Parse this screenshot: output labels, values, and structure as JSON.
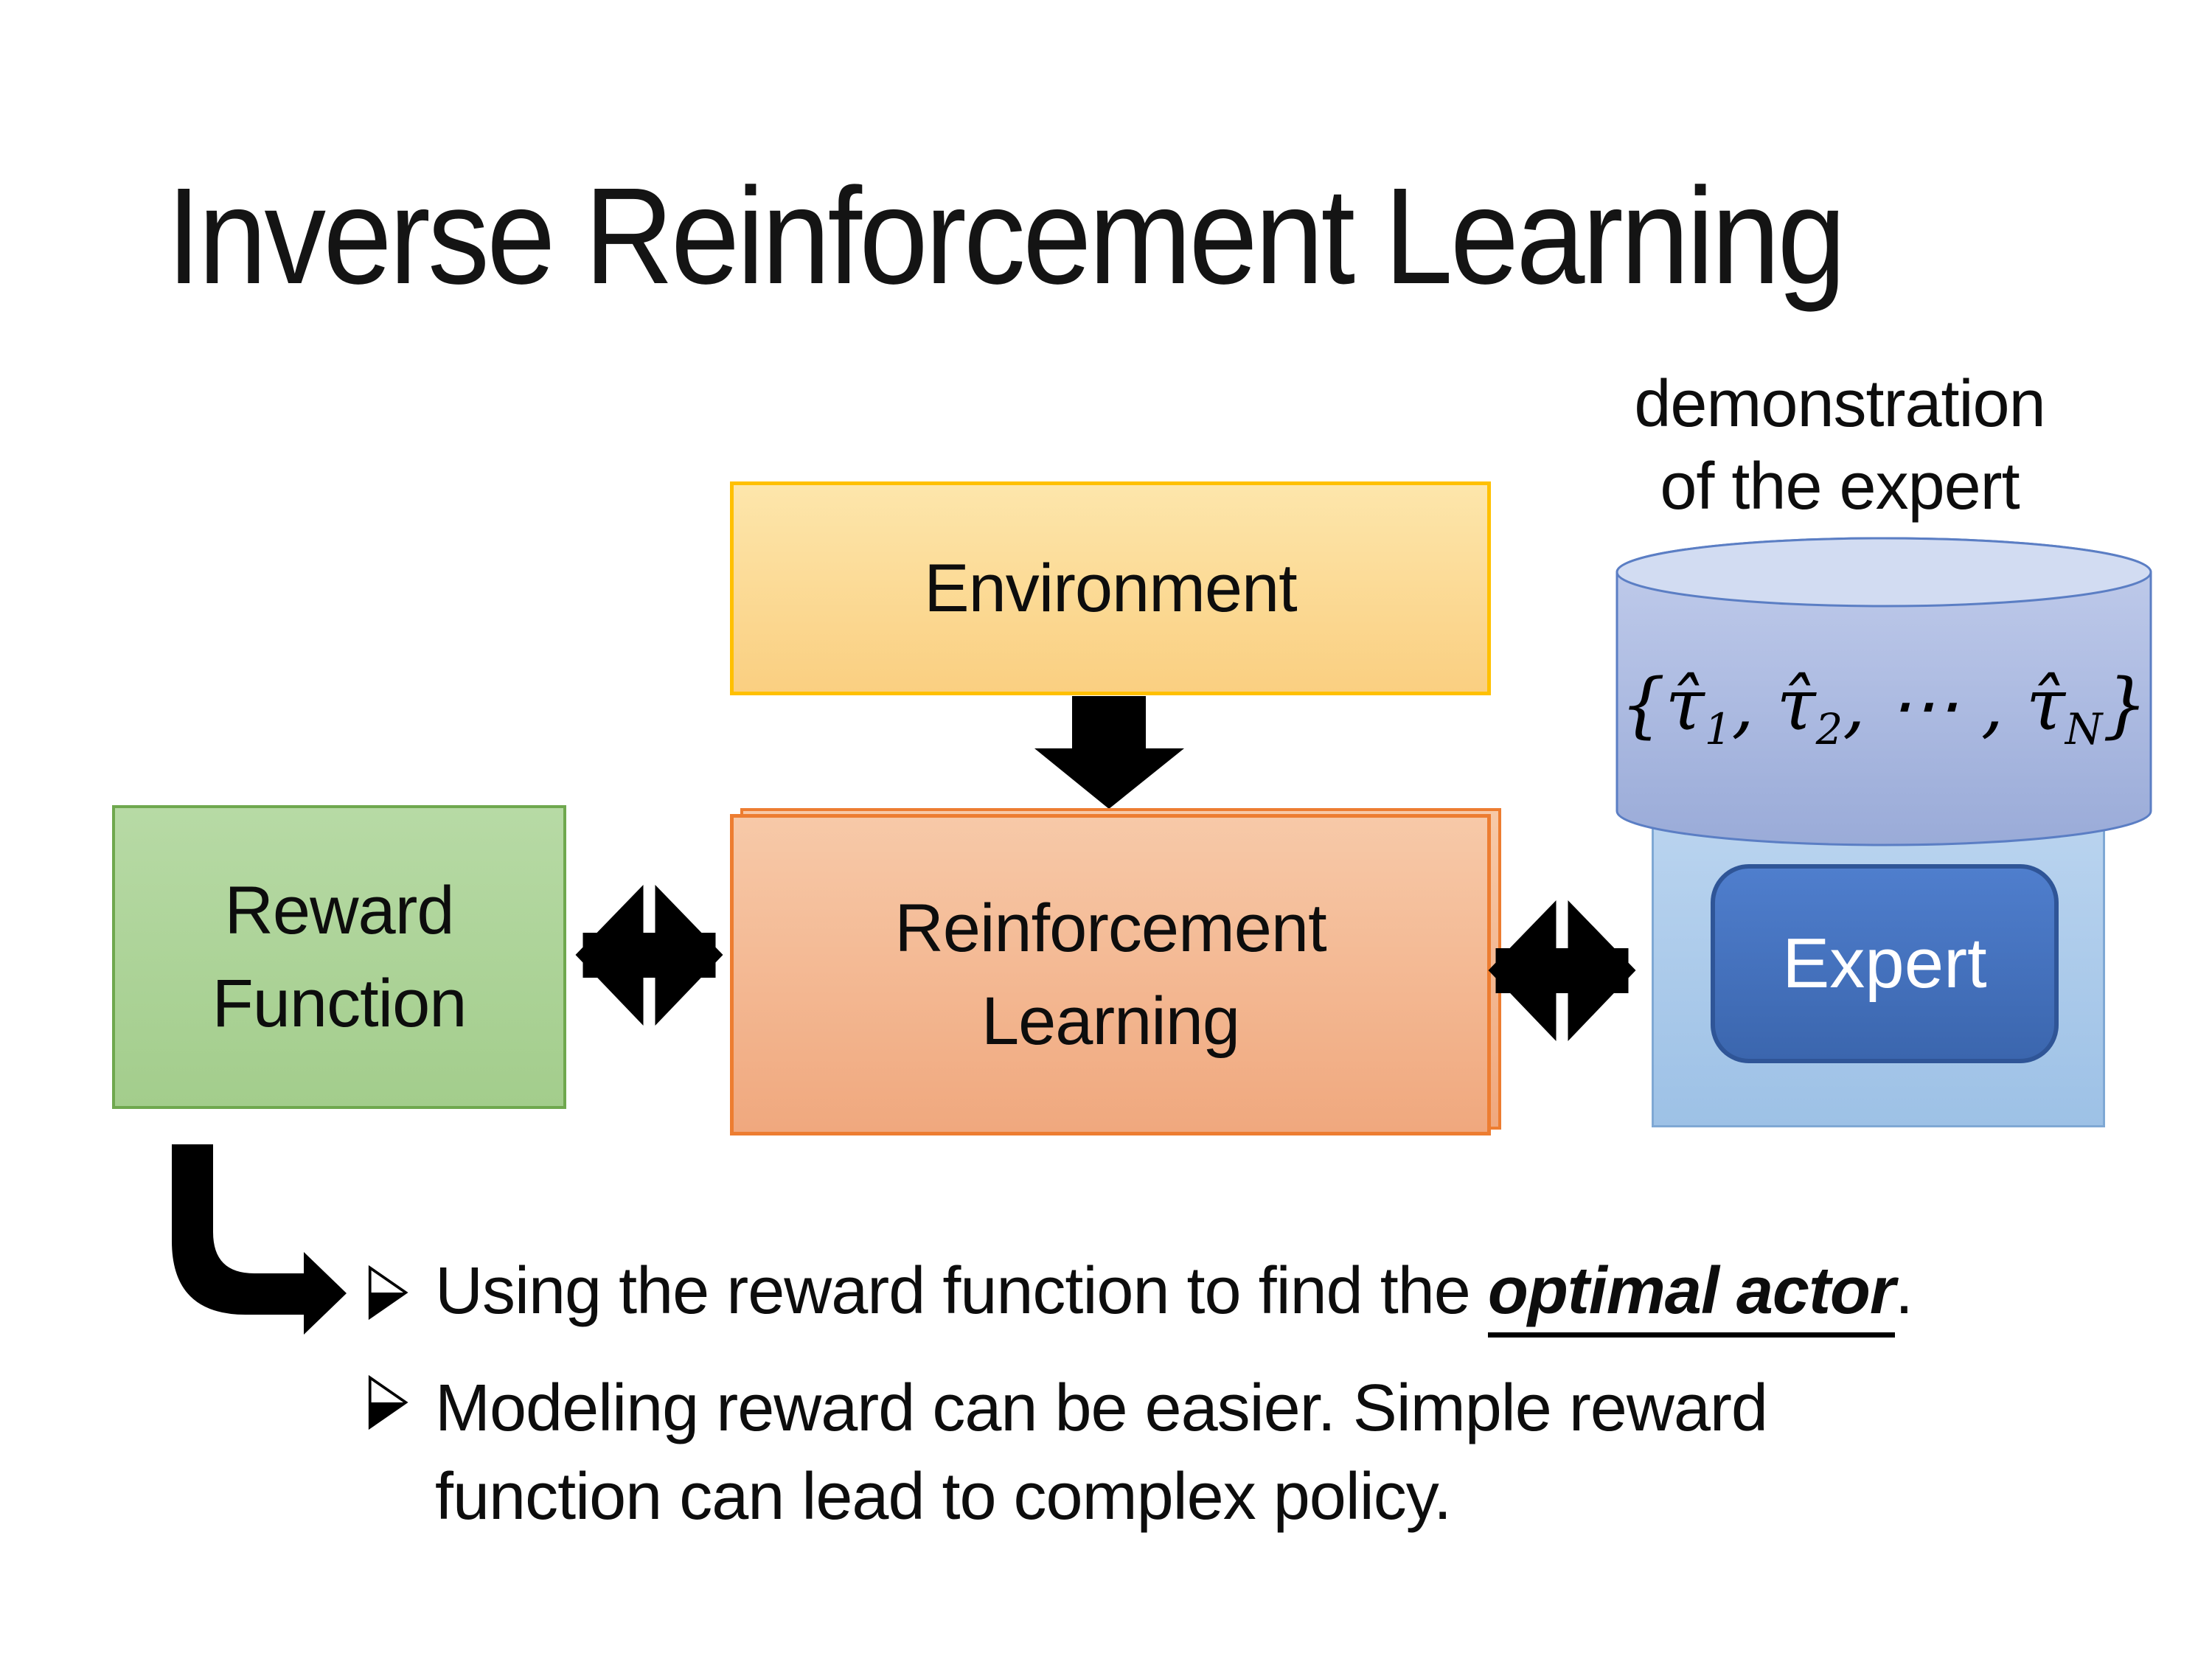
{
  "slide": {
    "title": "Inverse Reinforcement Learning",
    "demo_label": {
      "line1": "demonstration",
      "line2": "of the expert"
    },
    "boxes": {
      "environment": "Environment",
      "reward": {
        "line1": "Reward",
        "line2": "Function"
      },
      "rl": {
        "line1": "Reinforcement",
        "line2": "Learning"
      },
      "expert": "Expert"
    },
    "formula": {
      "open": "{",
      "tau1": "τ̂",
      "sub1": "1",
      "sep1": ", ",
      "tau2": "τ̂",
      "sub2": "2",
      "sep2": ", ⋯ , ",
      "tau3": "τ̂",
      "sub3": "N",
      "close": "}"
    },
    "bullets": {
      "marker_icon": "➢",
      "item1": {
        "pre": "Using the reward function to find the ",
        "emphasis": "optimal actor",
        "post": "."
      },
      "item2": {
        "line1": "Modeling reward can be easier. Simple reward",
        "line2": "function can lead to complex policy."
      }
    },
    "colors": {
      "environment_border": "#FFC000",
      "rl_border": "#ED7D31",
      "reward_border": "#6FA84E",
      "expert_fill": "#4472C4",
      "expert_border": "#2F5597",
      "cylinder_border": "#5B7EC4",
      "container_border": "#7FA8D4",
      "arrow": "#000000"
    }
  }
}
